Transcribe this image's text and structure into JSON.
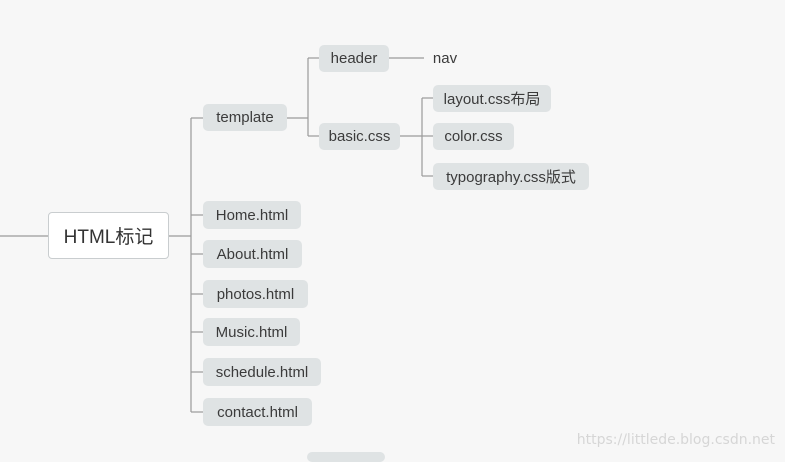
{
  "mindmap": {
    "root": "HTML标记",
    "template": "template",
    "header": "header",
    "nav": "nav",
    "basic_css": "basic.css",
    "layout_css": "layout.css布局",
    "color_css": "color.css",
    "typography_css": "typography.css版式",
    "pages": [
      "Home.html",
      "About.html",
      "photos.html",
      "Music.html",
      "schedule.html",
      "contact.html"
    ]
  },
  "watermark": "https://littlede.blog.csdn.net",
  "colors": {
    "node_bg": "#dfe3e4",
    "line": "#9a9a9a",
    "background": "#f7f7f7"
  }
}
